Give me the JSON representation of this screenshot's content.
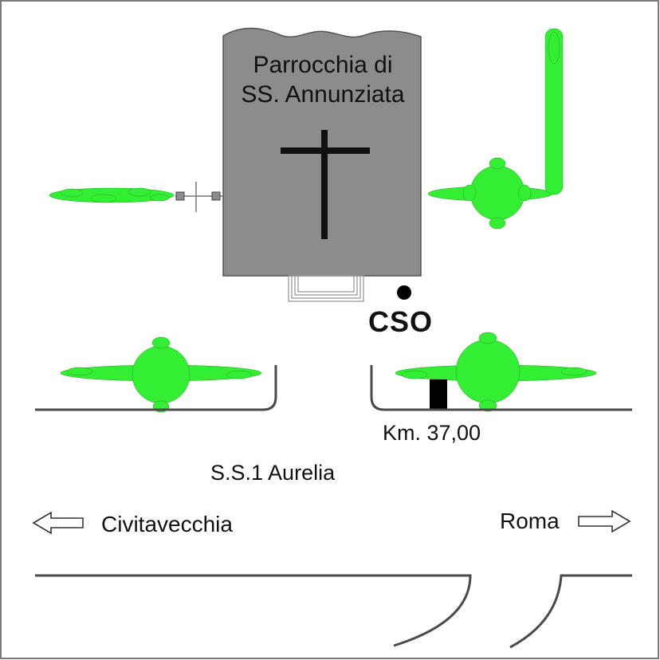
{
  "church": {
    "name_line1": "Parrocchia di",
    "name_line2": "SS. Annunziata"
  },
  "station": {
    "label": "CSO"
  },
  "kilometer_marker": {
    "label": "Km. 37,00"
  },
  "road": {
    "name": "S.S.1 Aurelia"
  },
  "directions": {
    "west": "Civitavecchia",
    "east": "Roma"
  },
  "colors": {
    "church_fill": "#8c8c8c",
    "vegetation": "#33ee33",
    "road_line": "#4a4a4a",
    "cross": "#111111",
    "station_dot": "#000000"
  }
}
